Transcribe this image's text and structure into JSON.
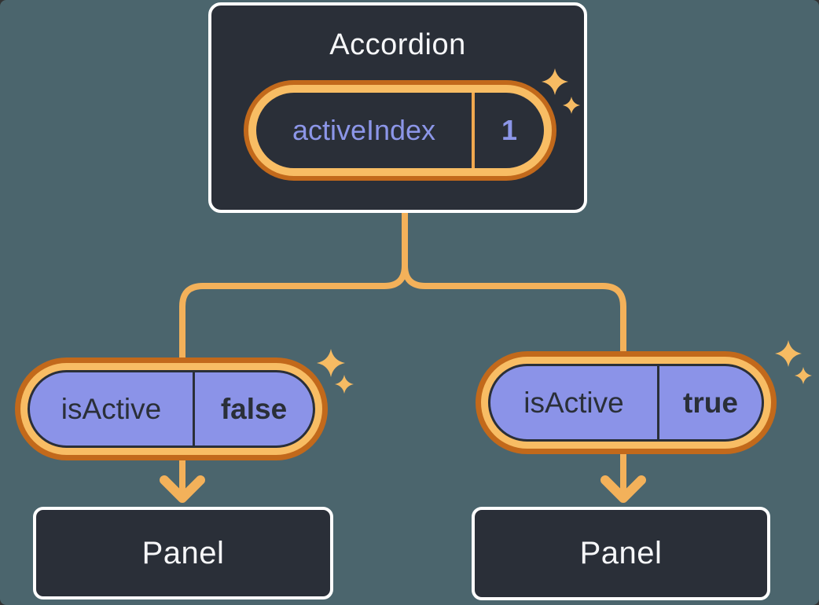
{
  "colors": {
    "background": "#4B656D",
    "node_fill": "#2A2F38",
    "node_border": "#FFFFFF",
    "pill_purple": "#8B93E8",
    "ring_outer": "#C2691B",
    "ring_inner": "#F8BD64",
    "connector": "#F3B15A",
    "sparkle": "#F6BB63",
    "accordion_divider": "#F0A84F",
    "purple_text": "#8C96E8",
    "dark_text": "#2A2F38",
    "light_text": "#F6F7F9"
  },
  "accordion": {
    "title": "Accordion",
    "state_pill": {
      "label": "activeIndex",
      "value": "1"
    }
  },
  "children": [
    {
      "prop_pill": {
        "label": "isActive",
        "value": "false"
      },
      "panel_label": "Panel"
    },
    {
      "prop_pill": {
        "label": "isActive",
        "value": "true"
      },
      "panel_label": "Panel"
    }
  ]
}
